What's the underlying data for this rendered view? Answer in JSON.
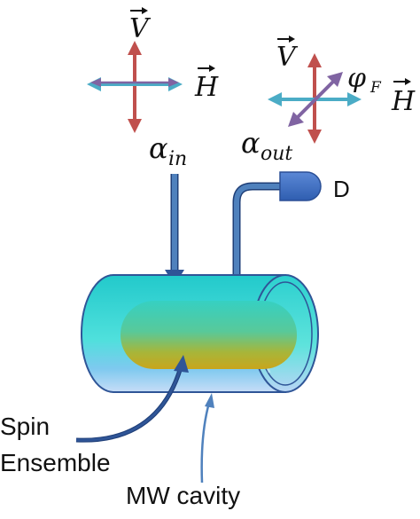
{
  "polarization_input": {
    "vertical_label": "V",
    "horizontal_label": "H"
  },
  "polarization_output": {
    "vertical_label": "V",
    "horizontal_label": "H",
    "rotation_symbol": "φ",
    "rotation_subscript": "F"
  },
  "signals": {
    "input_symbol": "α",
    "input_subscript": "in",
    "output_symbol": "α",
    "output_subscript": "out"
  },
  "detector": {
    "label": "D"
  },
  "labels": {
    "spin_line1": "Spin",
    "spin_line2": "Ensemble",
    "cavity": "MW cavity"
  },
  "colors": {
    "vertical_arrow": "#c0504d",
    "horizontal_arrow": "#4bacc6",
    "rotated_arrow": "#8064a2",
    "waveguide": "#2f5597",
    "detector": "#3f6fc2",
    "cavity_cyan": "#2fd4d0",
    "cavity_blue": "#bcd6f5",
    "ensemble_yellow": "#c8a820",
    "ensemble_green": "#3cc8a0"
  }
}
